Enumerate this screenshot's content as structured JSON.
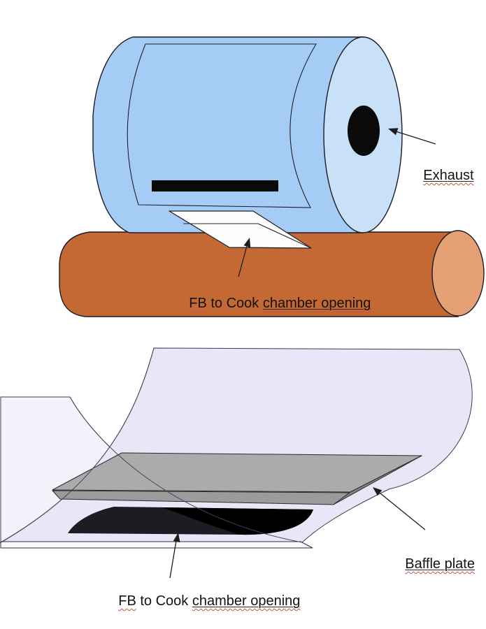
{
  "labels": {
    "exhaust": "Exhaust",
    "baffle_plate": "Baffle plate",
    "fb_opening_top": {
      "word1": "FB",
      "middle": " to Cook ",
      "tail": "chamber opening"
    },
    "fb_opening_bottom": {
      "word1": "FB",
      "middle": " to Cook ",
      "tail": "chamber opening"
    }
  },
  "colors": {
    "background": "#FFFFFF",
    "chamber_body": "#A4CCF4",
    "chamber_face": "#C9E1F8",
    "exhaust_hole": "#0A0A0A",
    "door_handle": "#0A0A0A",
    "firebox_body": "#C56934",
    "firebox_face": "#E5A073",
    "opening_white": "#FDFDFD",
    "sheet_left": "#F3F3FB",
    "sheet_main": "#E7E7F8",
    "floor_strip": "#FAFAFE",
    "baffle_top": "#ABABAB",
    "baffle_front": "#9B9B9B",
    "baffle_side": "#818181",
    "fb_opening_dark": "#1C1C22",
    "fb_opening_black": "#000000",
    "squiggle_red": "#C3514B",
    "text": "#121212"
  }
}
